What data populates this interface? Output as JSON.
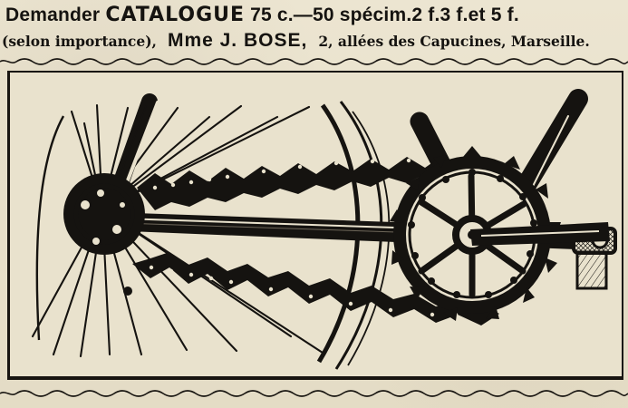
{
  "header": {
    "line1": "Demander CATALOGUE 75 c.—50 spécim.2 f.3 f.et 5 f.",
    "line1_before": "Demander ",
    "line1_catalogue": "CATALOGUE",
    "line1_after": " 75 c.—50 spécim.2 f.3 f.et 5 f.",
    "line2_prefix": "(selon importance),",
    "line2_name": "Mme J. BOSE,",
    "line2_address": "2, allées des Capucines, Marseille."
  },
  "illustration": {
    "subject": "bicycle-chain-and-gear-illustration",
    "border_color": "#181511",
    "ink_color": "#151310",
    "paper_color": "#e9e2cd"
  }
}
